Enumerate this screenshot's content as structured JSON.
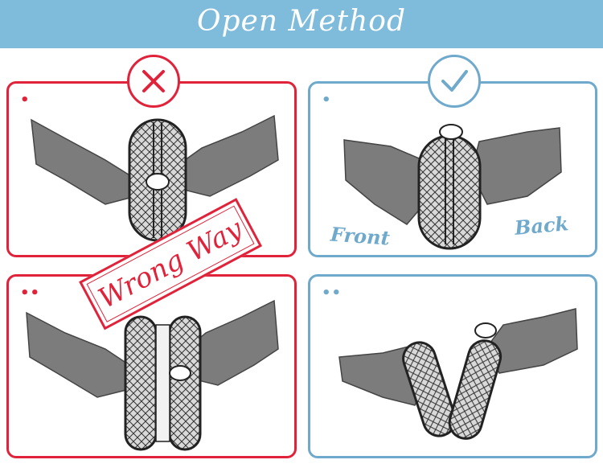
{
  "header": {
    "title": "Open Method"
  },
  "colors": {
    "header_bg": "#7fbcdc",
    "wrong": "#e0233a",
    "right": "#6fa9cc",
    "hand": "#7c7c7c"
  },
  "badges": {
    "wrong_icon": "x-mark-icon",
    "right_icon": "check-mark-icon"
  },
  "panels": [
    {
      "step": "•",
      "kind": "wrong"
    },
    {
      "step": "•",
      "kind": "right"
    },
    {
      "step": "••",
      "kind": "wrong"
    },
    {
      "step": "••",
      "kind": "right"
    }
  ],
  "stamp": {
    "text": "Wrong Way"
  },
  "labels": {
    "front": "Front",
    "back": "Back"
  }
}
